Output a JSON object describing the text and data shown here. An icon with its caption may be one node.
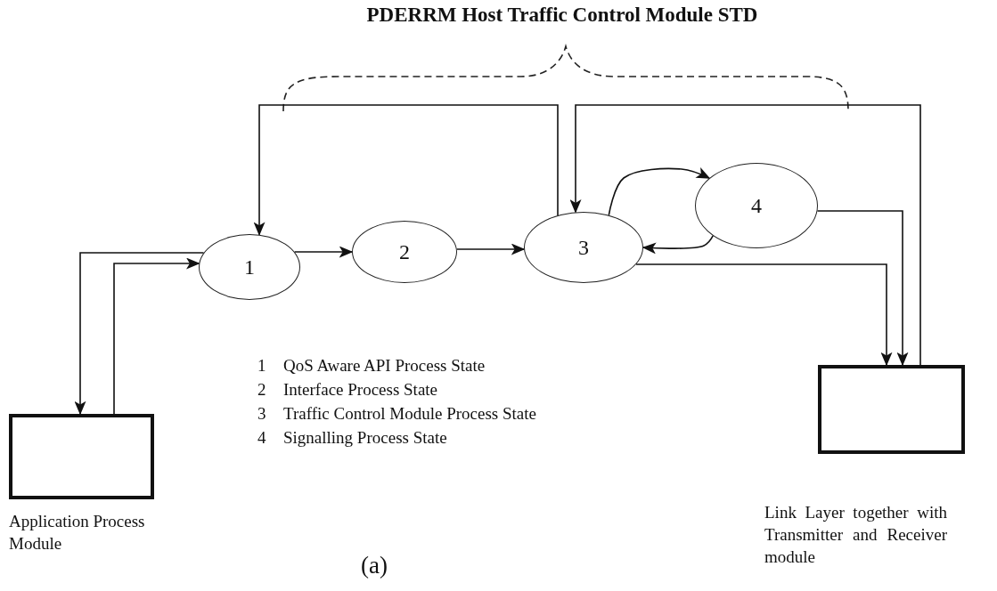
{
  "diagram": {
    "title": "PDERRM Host Traffic Control Module STD",
    "nodes": [
      {
        "text": [
          "1"
        ]
      },
      {
        "text": [
          "2"
        ]
      },
      {
        "text": [
          "3"
        ]
      },
      {
        "text": [
          "4"
        ]
      },
      {
        "text": [],
        "shape": "box",
        "beside": [
          "Application Process Module"
        ]
      },
      {
        "text": [],
        "shape": "box",
        "beside": [
          "Link Layer together with Transmitter and Receiver module"
        ]
      }
    ],
    "edges": [
      {
        "from": 0,
        "to": 4,
        "arrow": "to"
      },
      {
        "from": 4,
        "to": 0,
        "arrow": "to"
      },
      {
        "from": 0,
        "to": 1,
        "arrow": "to"
      },
      {
        "from": 1,
        "to": 2,
        "arrow": "to"
      },
      {
        "from": 2,
        "to": 0,
        "arrow": "to"
      },
      {
        "from": 5,
        "to": 2,
        "arrow": "to"
      },
      {
        "from": 2,
        "to": 3,
        "arrow": "to"
      },
      {
        "from": 3,
        "to": 2,
        "arrow": "to"
      },
      {
        "from": 2,
        "to": 5,
        "arrow": "to"
      },
      {
        "from": 3,
        "to": 5,
        "arrow": "to"
      }
    ],
    "labels": [
      "1",
      "QoS Aware API Process State",
      "2",
      "Interface Process State",
      "3",
      "Traffic Control Module Process State",
      "4",
      "Signalling Process State",
      "(a)"
    ]
  }
}
